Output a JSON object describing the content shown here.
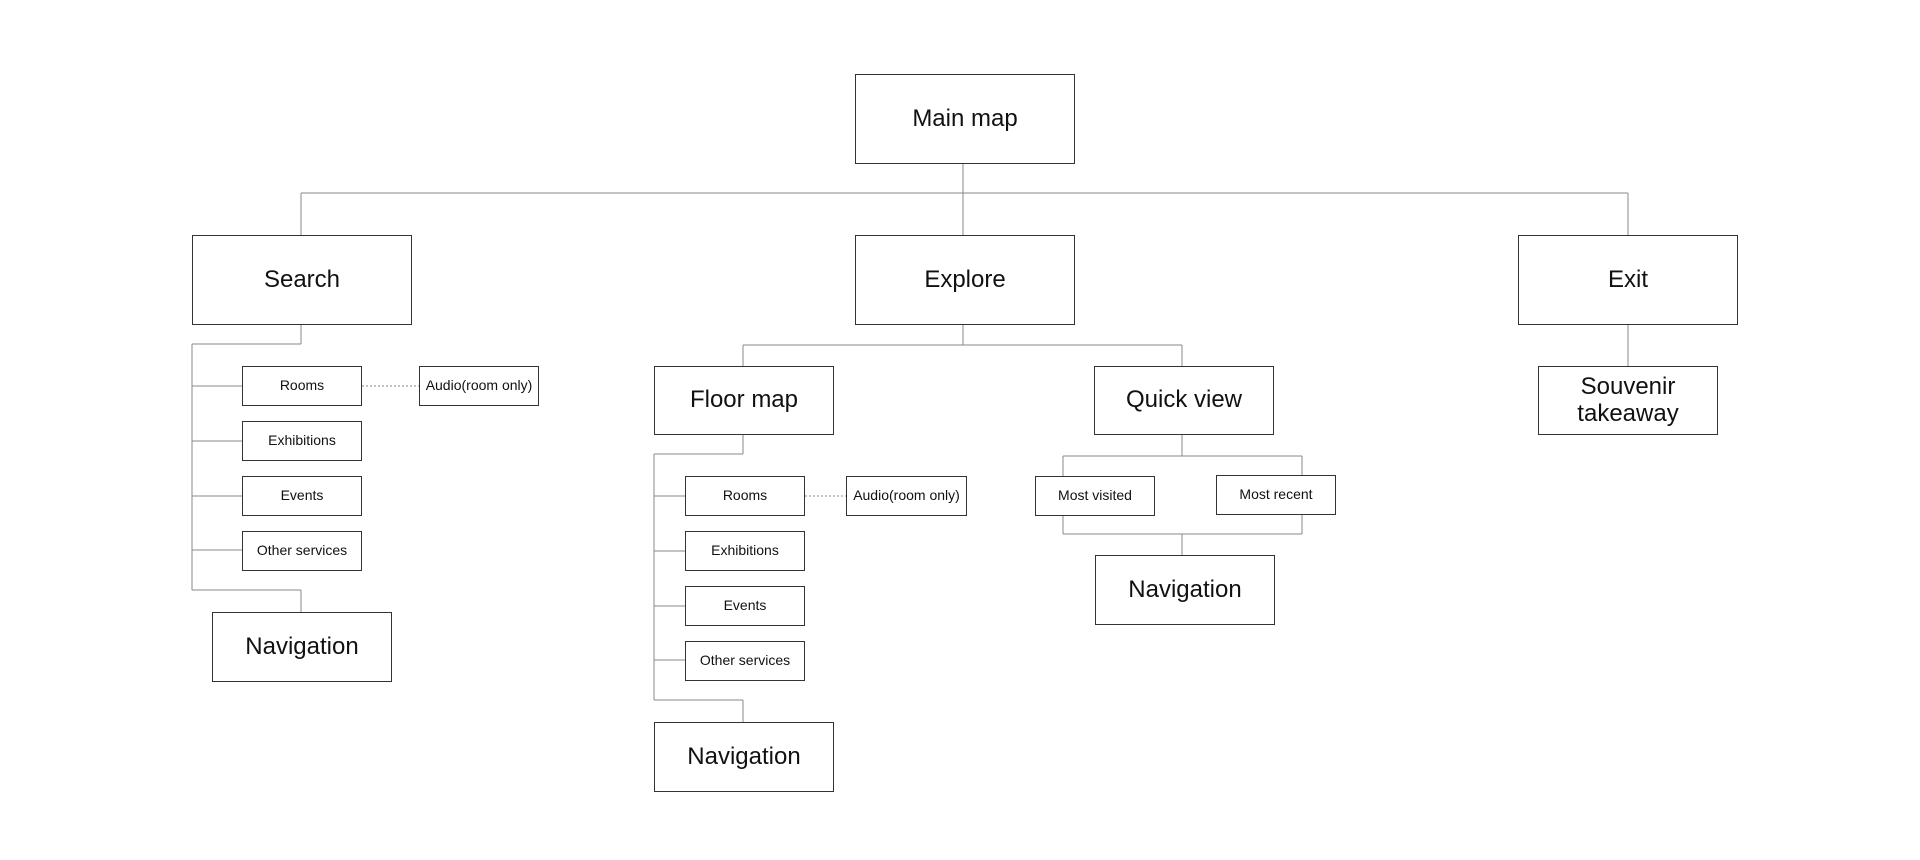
{
  "root": {
    "label": "Main map"
  },
  "search": {
    "label": "Search",
    "items": [
      {
        "label": "Rooms"
      },
      {
        "label": "Exhibitions"
      },
      {
        "label": "Events"
      },
      {
        "label": "Other services"
      }
    ],
    "audio": {
      "label": "Audio(room only)"
    },
    "navigation": {
      "label": "Navigation"
    }
  },
  "explore": {
    "label": "Explore",
    "floor_map": {
      "label": "Floor map",
      "items": [
        {
          "label": "Rooms"
        },
        {
          "label": "Exhibitions"
        },
        {
          "label": "Events"
        },
        {
          "label": "Other services"
        }
      ],
      "audio": {
        "label": "Audio(room only)"
      },
      "navigation": {
        "label": "Navigation"
      }
    },
    "quick_view": {
      "label": "Quick view",
      "options": [
        {
          "label": "Most visited"
        },
        {
          "label": "Most recent"
        }
      ],
      "navigation": {
        "label": "Navigation"
      }
    }
  },
  "exit": {
    "label": "Exit",
    "souvenir": {
      "label": "Souvenir takeaway"
    }
  }
}
